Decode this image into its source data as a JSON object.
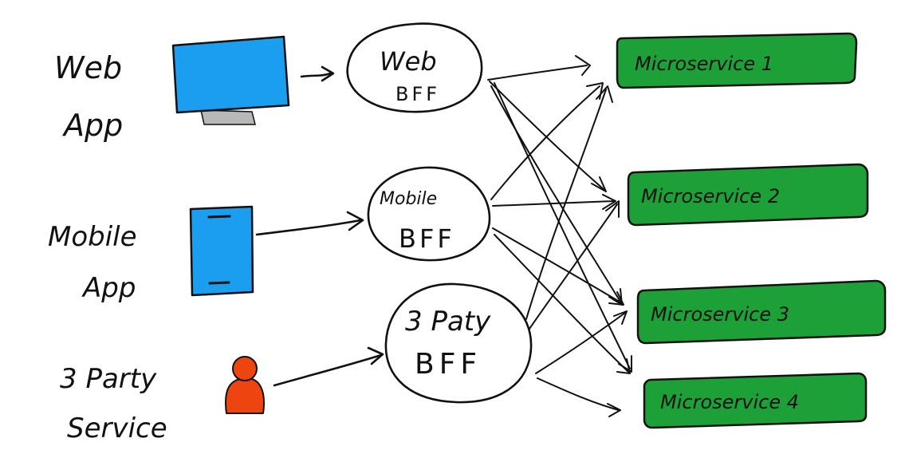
{
  "clients": {
    "web": {
      "line1": "Web",
      "line2": "App"
    },
    "mobile": {
      "line1": "Mobile",
      "line2": "App"
    },
    "third_party": {
      "line1": "3 Party",
      "line2": "Service"
    }
  },
  "bffs": {
    "web": {
      "line1": "Web",
      "line2": "BFF"
    },
    "mobile": {
      "line1": "Mobile",
      "line2": "BFF"
    },
    "third_party": {
      "line1": "3 Paty",
      "line2": "BFF"
    }
  },
  "microservices": [
    {
      "label": "Microservice 1"
    },
    {
      "label": "Microservice 2"
    },
    {
      "label": "Microservice 3"
    },
    {
      "label": "Microservice 4"
    }
  ],
  "colors": {
    "monitor": "#1b9df0",
    "phone": "#1b9df0",
    "person": "#ee4410",
    "microservice": "#1ea038",
    "ink": "#111111",
    "monitor_stand": "#b8b8b8"
  },
  "icons": {
    "web_client": "monitor-icon",
    "mobile_client": "phone-icon",
    "third_party_client": "person-icon"
  }
}
